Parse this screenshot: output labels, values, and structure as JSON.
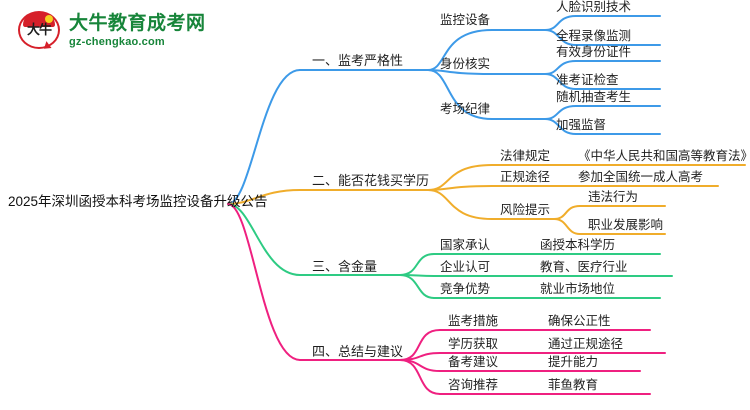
{
  "logo": {
    "mark_text": "大牛",
    "title": "大牛教育成考网",
    "subtitle": "gz-chengkao.com",
    "brand_green": "#17853a",
    "brand_red": "#d6202a"
  },
  "mindmap": {
    "root": "2025年深圳函授本科考场监控设备升级公告",
    "branch_colors": {
      "blue": "#3d9ae8",
      "orange": "#f0ad2b",
      "green": "#2ecb83",
      "pink": "#ef2080"
    },
    "branches": [
      {
        "label": "一、监考严格性",
        "color": "#3d9ae8",
        "children": [
          {
            "label": "监控设备",
            "leaves": [
              "人脸识别技术",
              "全程录像监测"
            ]
          },
          {
            "label": "身份核实",
            "leaves": [
              "有效身份证件",
              "准考证检查"
            ]
          },
          {
            "label": "考场纪律",
            "leaves": [
              "随机抽查考生",
              "加强监督"
            ]
          }
        ]
      },
      {
        "label": "二、能否花钱买学历",
        "color": "#f0ad2b",
        "children": [
          {
            "label": "法律规定",
            "leaves": [
              "《中华人民共和国高等教育法》"
            ]
          },
          {
            "label": "正规途径",
            "leaves": [
              "参加全国统一成人高考"
            ]
          },
          {
            "label": "风险提示",
            "leaves": [
              "违法行为",
              "职业发展影响"
            ]
          }
        ]
      },
      {
        "label": "三、含金量",
        "color": "#2ecb83",
        "children": [
          {
            "label": "国家承认",
            "leaves": [
              "函授本科学历"
            ]
          },
          {
            "label": "企业认可",
            "leaves": [
              "教育、医疗行业"
            ]
          },
          {
            "label": "竞争优势",
            "leaves": [
              "就业市场地位"
            ]
          }
        ]
      },
      {
        "label": "四、总结与建议",
        "color": "#ef2080",
        "children": [
          {
            "label": "监考措施",
            "leaves": [
              "确保公正性"
            ]
          },
          {
            "label": "学历获取",
            "leaves": [
              "通过正规途径"
            ]
          },
          {
            "label": "备考建议",
            "leaves": [
              "提升能力"
            ]
          },
          {
            "label": "咨询推荐",
            "leaves": [
              "菲鱼教育"
            ]
          }
        ]
      }
    ]
  }
}
